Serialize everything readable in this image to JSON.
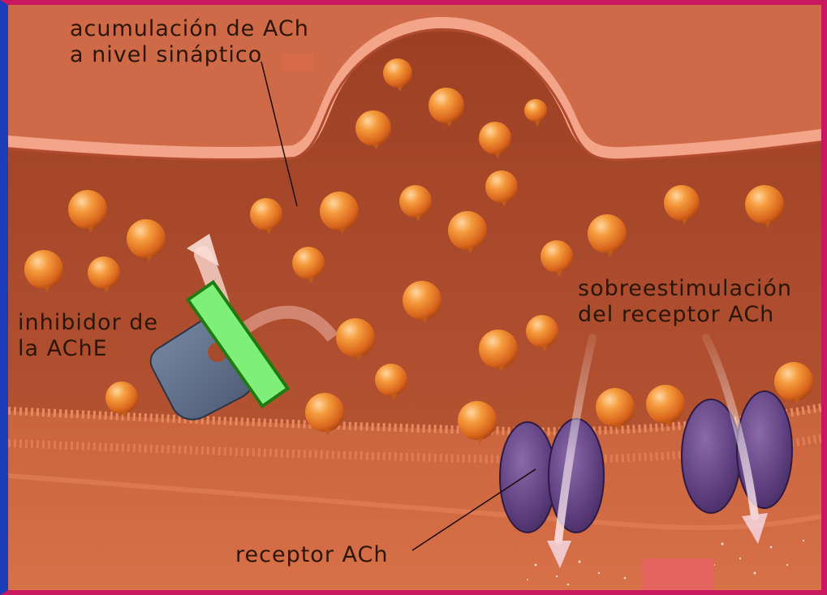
{
  "labels": {
    "acumulacion_line1": "acumulación de ACh",
    "acumulacion_line2": "a nivel sináptico",
    "inhibidor_line1": "inhibidor de",
    "inhibidor_line2": "la AChE",
    "sobreestimulacion_line1": "sobreestimulación",
    "sobreestimulacion_line2": "del receptor ACh",
    "receptor": "receptor ACh"
  },
  "colors": {
    "frame_top_right_bottom": "#c81860",
    "frame_left": "#1c3cb8",
    "cleft_background": "#a84a2c",
    "presynaptic_membrane": "#e88a68",
    "ach_molecule": "#f08a2c",
    "inhibitor_bar": "#7ef07a",
    "inhibitor_border": "#1f7a10",
    "enzyme_ache": "#5c6e8c",
    "receptor": "#5a3a7a"
  },
  "icons": {
    "ach": "ach-molecule-icon",
    "enzyme": "ache-enzyme-icon",
    "inhibitor": "inhibitor-bar-icon",
    "receptor": "ach-receptor-icon",
    "flow_arrow": "flow-arrow-icon"
  }
}
